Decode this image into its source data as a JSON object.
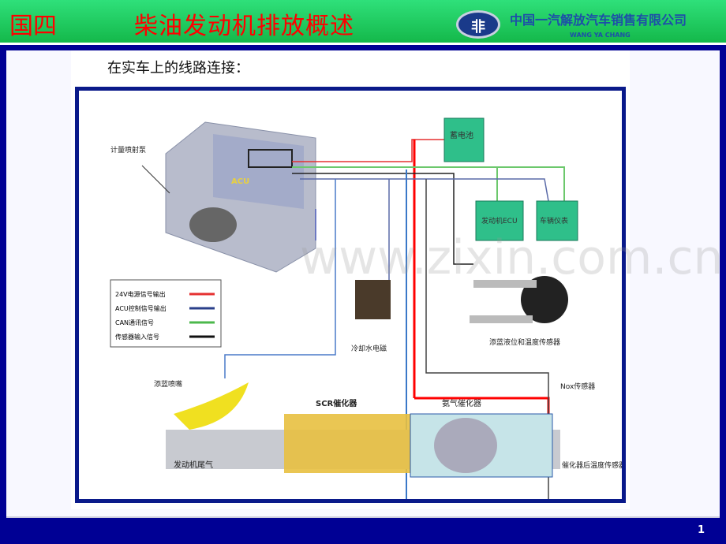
{
  "header": {
    "section": "国四",
    "title": "柴油发动机排放概述",
    "company": "中国一汽解放汽车销售有限公司",
    "company_sub": "WANG YA CHANG"
  },
  "slide": {
    "subtitle": "在实车上的线路连接：",
    "page_number": "1"
  },
  "diagram": {
    "pump_label": "计量喷射泵",
    "acu": "ACU",
    "battery": "蓄电池",
    "engine_ecu": "发动机ECU",
    "vehicle_meter": "车辆仪表",
    "coolant_valve": "冷却水电磁",
    "level_sensor": "添蓝液位和温度传感器",
    "nozzle": "添蓝喷嘴",
    "scr": "SCR催化器",
    "ammonia_cat": "氨气催化器",
    "nox_sensor": "Nox传感器",
    "temp_sensor": "催化器后温度传感器",
    "exhaust": "发动机尾气",
    "legend": [
      {
        "label": "24V电源信号输出",
        "color": "#e53030"
      },
      {
        "label": "ACU控制信号输出",
        "color": "#2a3f8a"
      },
      {
        "label": "CAN通讯信号",
        "color": "#4cb84c"
      },
      {
        "label": "传感器输入信号",
        "color": "#111111"
      }
    ],
    "watermark": "www.zixin.com.cn"
  }
}
